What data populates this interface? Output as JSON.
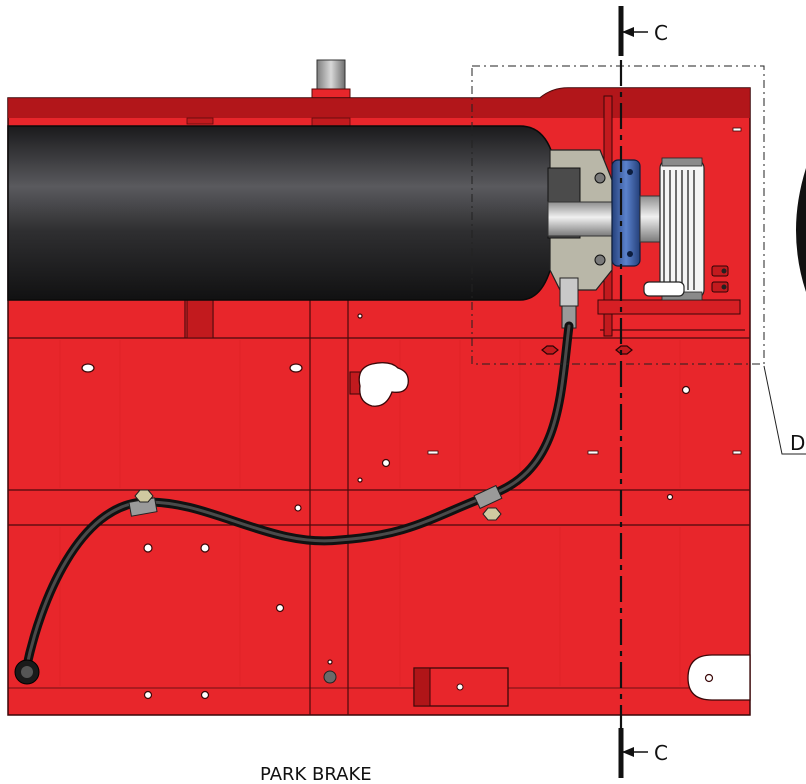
{
  "caption": "PARK BRAKE",
  "section_marker": "C",
  "detail_marker": "D",
  "colors": {
    "frame": "#e8262b",
    "frame_dark": "#a81418",
    "frame_line": "#4a0a0c",
    "tank": "#2e2e30",
    "hose": "#1b1b1b",
    "axle": "#c9c9c9",
    "hub_blue": "#3a5fa8",
    "chain": "#6b6b6b"
  }
}
